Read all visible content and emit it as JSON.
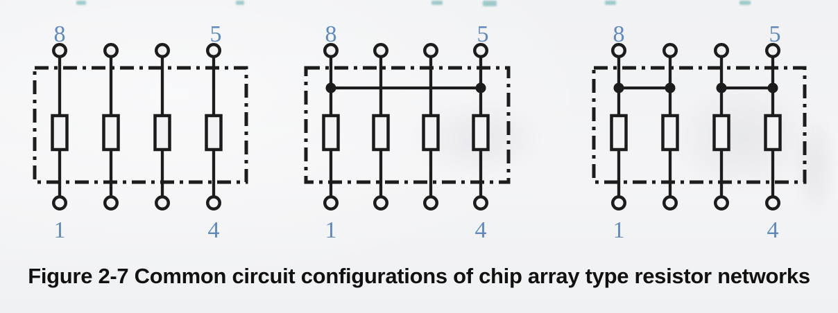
{
  "figure": {
    "caption": "Figure 2-7 Common circuit configurations of chip array type resistor networks"
  },
  "colors": {
    "ink": "#1c1c1c",
    "pin_label": "#6189bc",
    "paper": "#f3f3f5"
  },
  "diagrams": [
    {
      "name": "isolated-resistors",
      "resistor_count": 4,
      "pin_labels": {
        "top_left": "8",
        "top_right": "5",
        "bottom_left": "1",
        "bottom_right": "4"
      },
      "connections": []
    },
    {
      "name": "common-bus",
      "resistor_count": 4,
      "pin_labels": {
        "top_left": "8",
        "top_right": "5",
        "bottom_left": "1",
        "bottom_right": "4"
      },
      "connections": [
        {
          "from": 1,
          "to": 4
        }
      ]
    },
    {
      "name": "dual-pairs",
      "resistor_count": 4,
      "pin_labels": {
        "top_left": "8",
        "top_right": "5",
        "bottom_left": "1",
        "bottom_right": "4"
      },
      "connections": [
        {
          "from": 1,
          "to": 2
        },
        {
          "from": 3,
          "to": 4
        }
      ]
    }
  ]
}
